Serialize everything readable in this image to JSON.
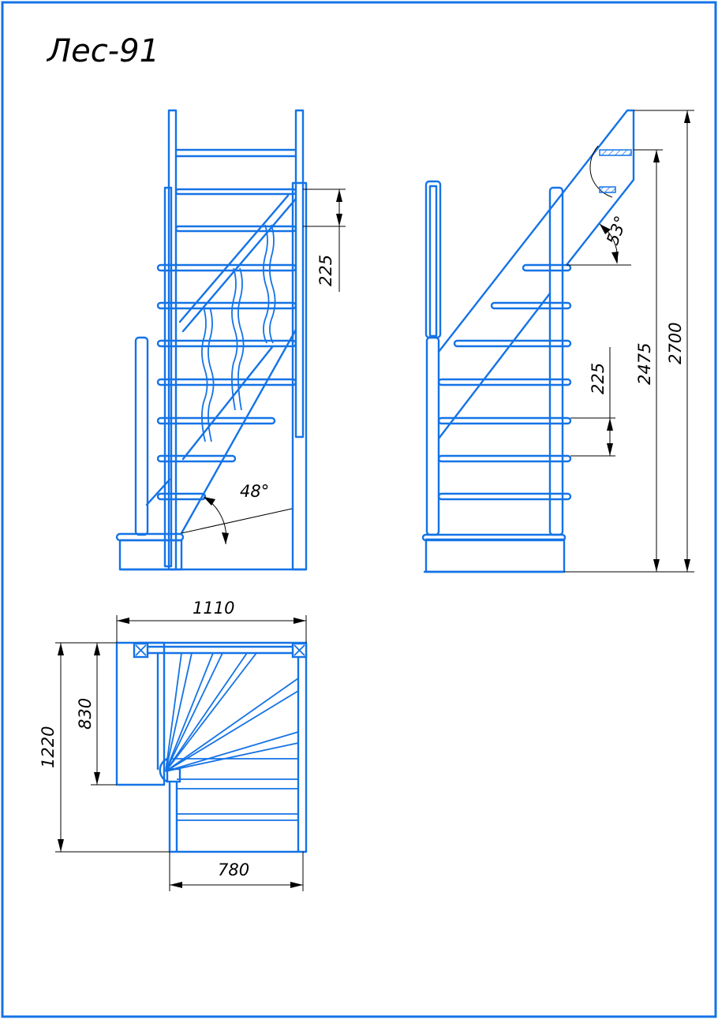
{
  "title": "Лес-91",
  "colors": {
    "drawing": "#1473e6",
    "dimension": "#000000",
    "frame": "#1473e6"
  },
  "front_view": {
    "riser_label": "225",
    "angle_label": "48°"
  },
  "side_view": {
    "riser_label": "225",
    "angle_label": "53°",
    "height_inner_label": "2475",
    "height_total_label": "2700"
  },
  "plan_view": {
    "width_label": "1110",
    "depth_label": "1220",
    "landing_label": "830",
    "flight_width_label": "780"
  }
}
